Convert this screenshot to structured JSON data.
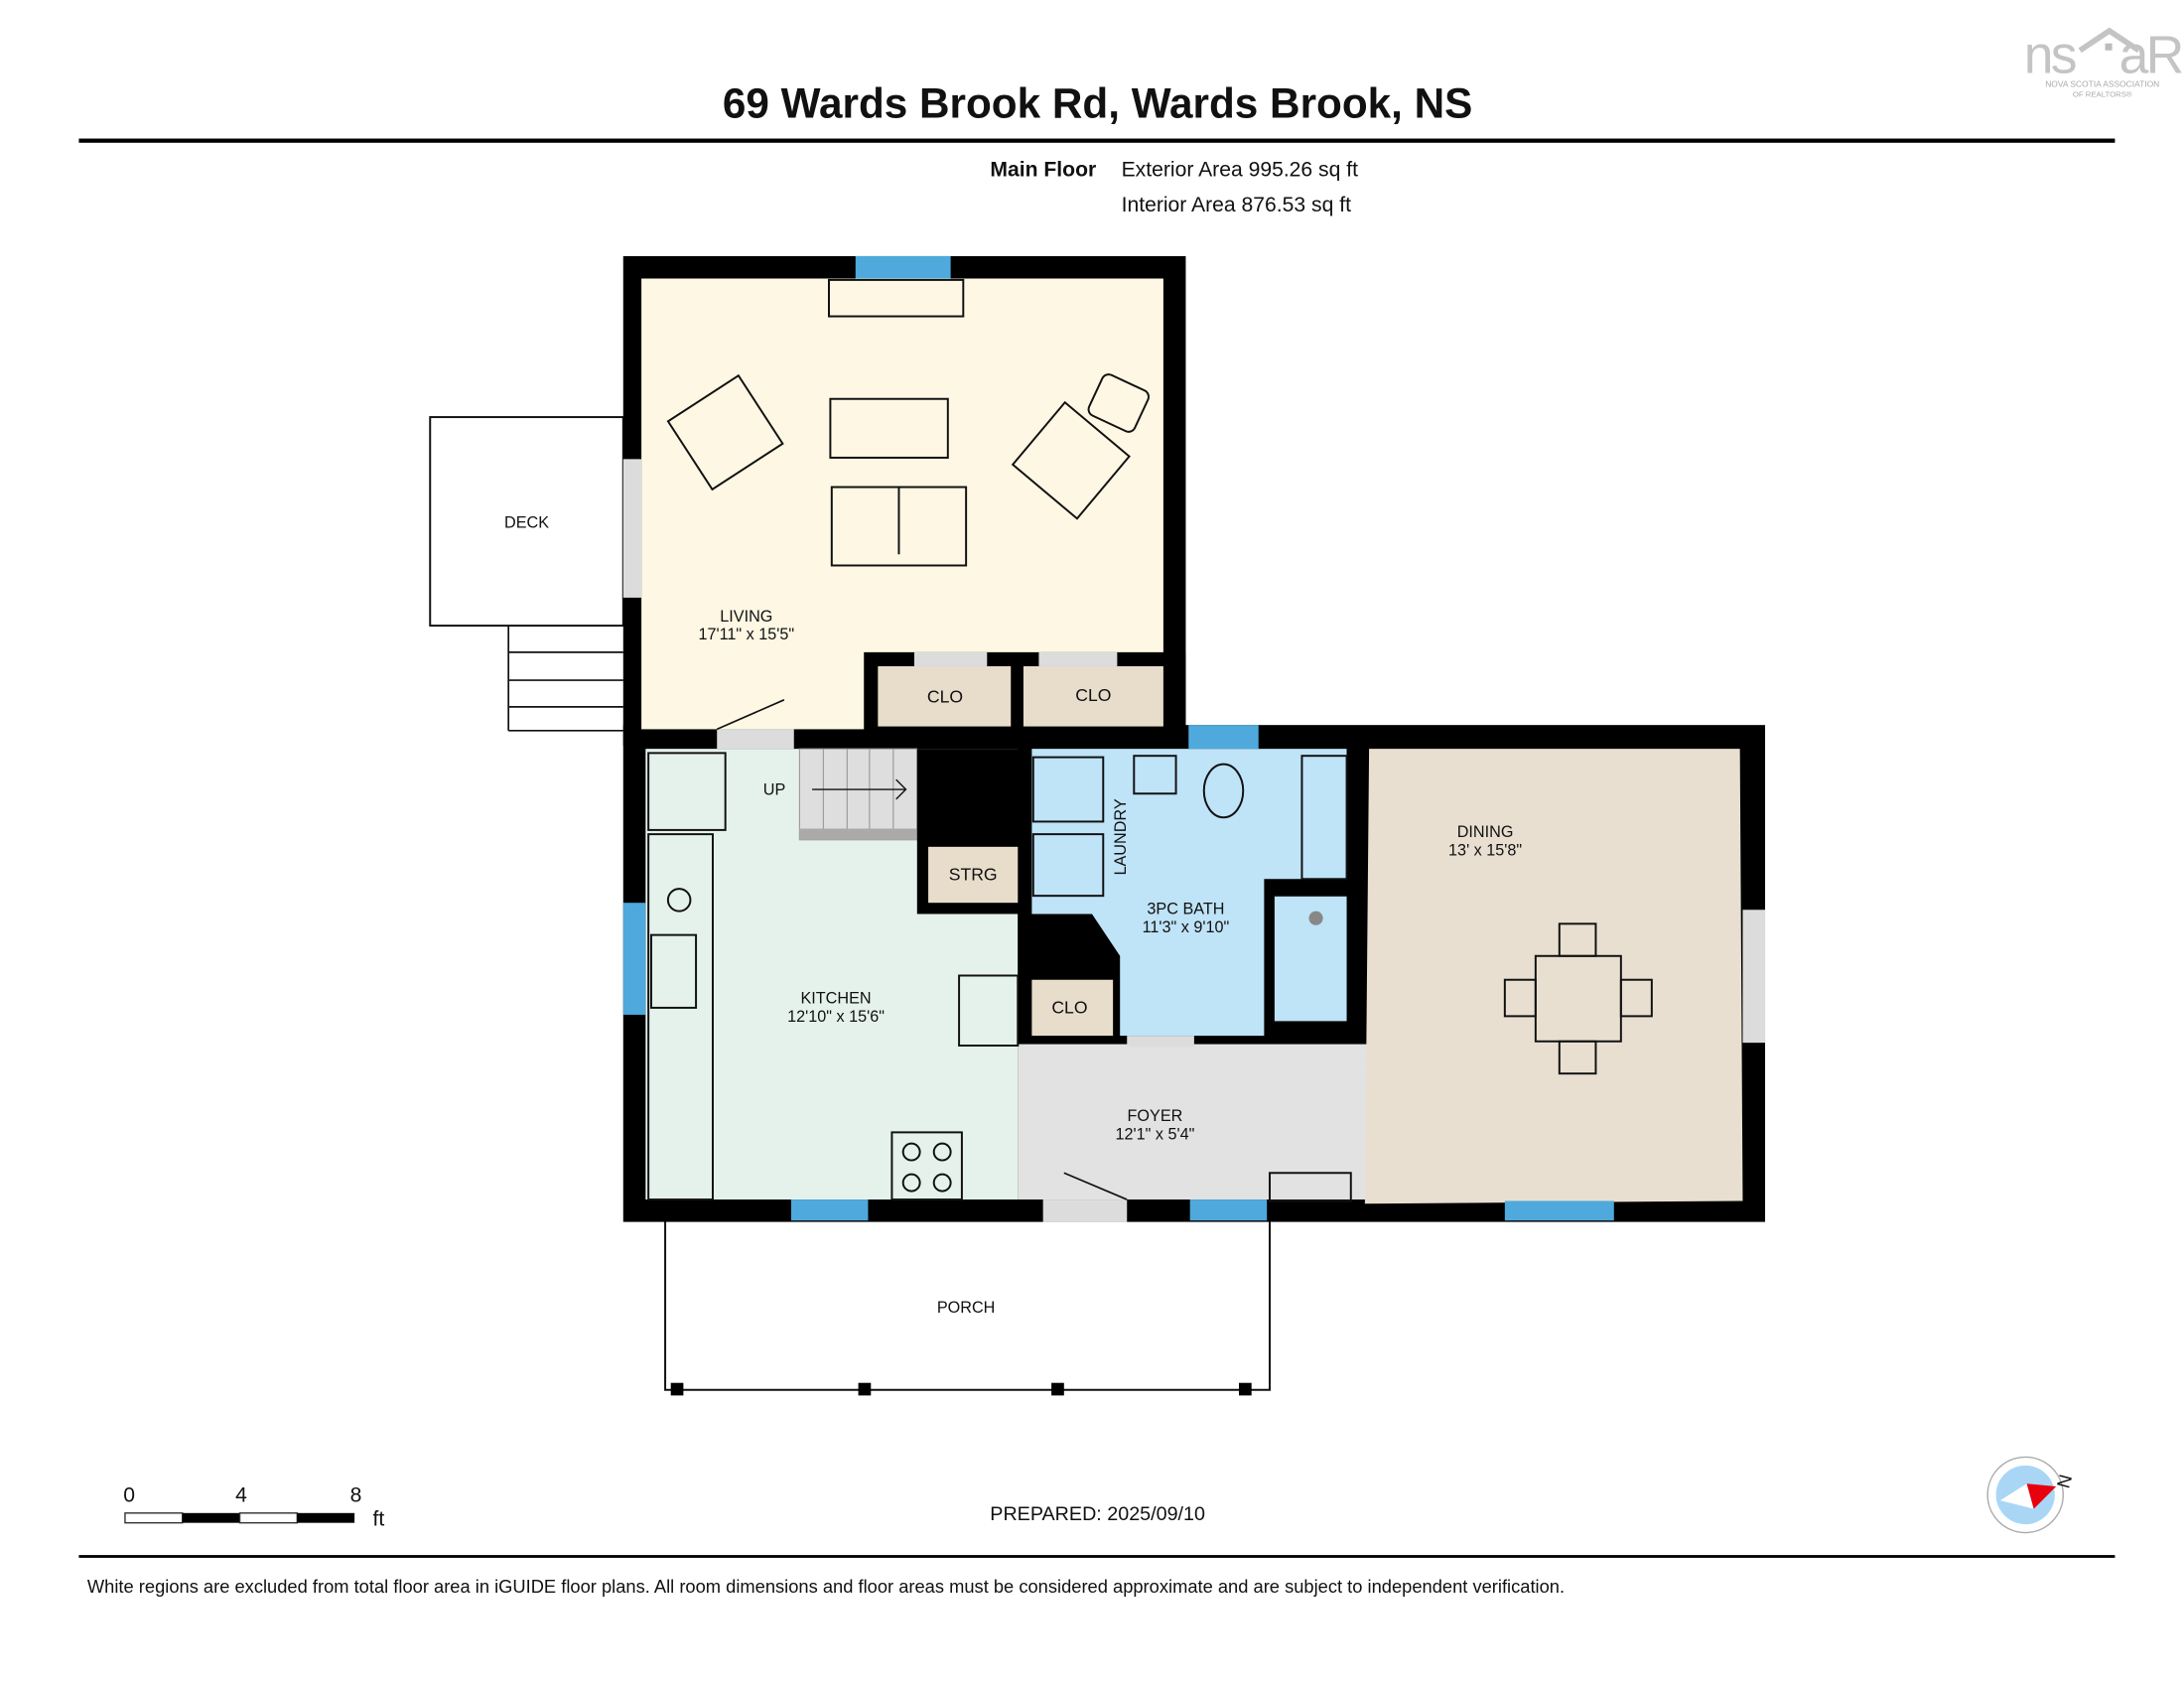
{
  "header": {
    "title": "69 Wards Brook Rd, Wards Brook, NS",
    "floor_name": "Main Floor",
    "exterior_area": "Exterior Area 995.26 sq ft",
    "interior_area": "Interior Area 876.53 sq ft"
  },
  "logo": {
    "text": "nsar",
    "subtitle": "NOVA SCOTIA ASSOCIATION OF REALTORS"
  },
  "rooms": {
    "living": {
      "name": "LIVING",
      "dims": "17'11\" x 15'5\""
    },
    "kitchen": {
      "name": "KITCHEN",
      "dims": "12'10\" x 15'6\""
    },
    "bath": {
      "name": "3PC BATH",
      "dims": "11'3\" x 9'10\""
    },
    "dining": {
      "name": "DINING",
      "dims": "13' x 15'8\""
    },
    "foyer": {
      "name": "FOYER",
      "dims": "12'1\" x 5'4\""
    },
    "deck": {
      "name": "DECK"
    },
    "porch": {
      "name": "PORCH"
    },
    "closet1": {
      "name": "CLO"
    },
    "closet2": {
      "name": "CLO"
    },
    "closet3": {
      "name": "CLO"
    },
    "storage": {
      "name": "STRG"
    },
    "laundry": {
      "name": "LAUNDRY"
    },
    "stairs": {
      "name": "UP"
    }
  },
  "scale_bar": {
    "ticks": [
      "0",
      "4",
      "8"
    ],
    "unit": "ft"
  },
  "compass": {
    "label": "N",
    "icon": "compass-icon"
  },
  "prepared": "PREPARED: 2025/09/10",
  "disclaimer": "White regions are excluded from total floor area in iGUIDE floor plans. All room dimensions and floor areas must be considered approximate and are subject to independent verification.",
  "colors": {
    "living": "#fdf7e4",
    "kitchen": "#e5f2ec",
    "bath": "#bfe3f7",
    "dining": "#e8dfd1",
    "foyer": "#e2e2e2",
    "closet": "#e8dccb",
    "window": "#4fa9dc",
    "wall": "#000000"
  }
}
